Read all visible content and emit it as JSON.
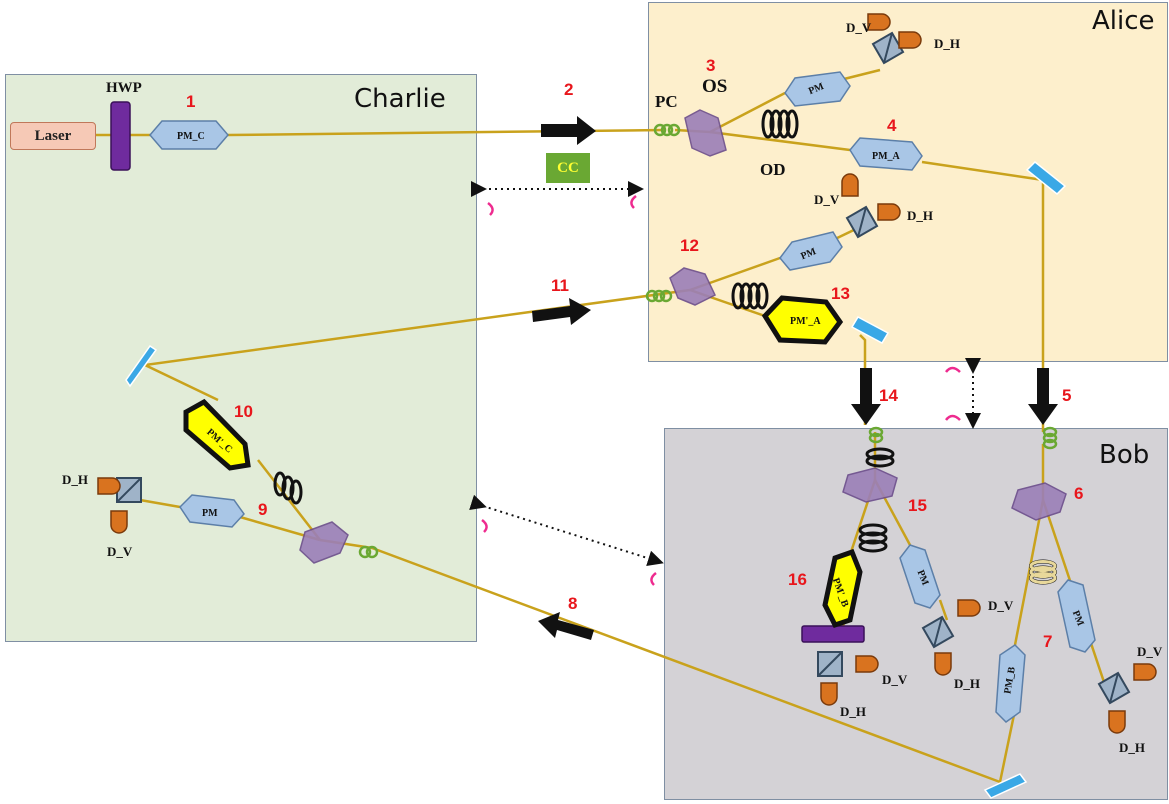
{
  "panels": {
    "charlie": "Charlie",
    "alice": "Alice",
    "bob": "Bob"
  },
  "components": {
    "laser": "Laser",
    "hwp": "HWP",
    "pc": "PC",
    "os": "OS",
    "od": "OD",
    "cc": "CC",
    "pm": "PM",
    "pm_c": "PM_C",
    "pm_a": "PM_A",
    "pm_b": "PM_B",
    "pm_a_prime": "PM'_A",
    "pm_b_prime": "PM'_B",
    "pm_c_prime": "PM'_C",
    "d_v": "D_V",
    "d_h": "D_H"
  },
  "step_numbers": [
    "1",
    "2",
    "3",
    "4",
    "5",
    "6",
    "7",
    "8",
    "9",
    "10",
    "11",
    "12",
    "13",
    "14",
    "15",
    "16"
  ],
  "colors": {
    "charlie_bg": "#e2ecd8",
    "alice_bg": "#fdefcc",
    "bob_bg": "#d4d2d6",
    "fiber": "#c9a21c",
    "step_number": "#e8161c",
    "phase_modulator": "#a9c6e6",
    "primed_modulator": "#ffff00",
    "detector": "#d9731f",
    "cc_box": "#6aa833"
  },
  "icons": [
    "laser",
    "half-wave-plate",
    "phase-modulator",
    "beam-splitter",
    "polarization-beam-splitter",
    "detector",
    "mirror",
    "fiber-coil",
    "polarization-controller",
    "arrow",
    "eavesdrop-marker"
  ]
}
